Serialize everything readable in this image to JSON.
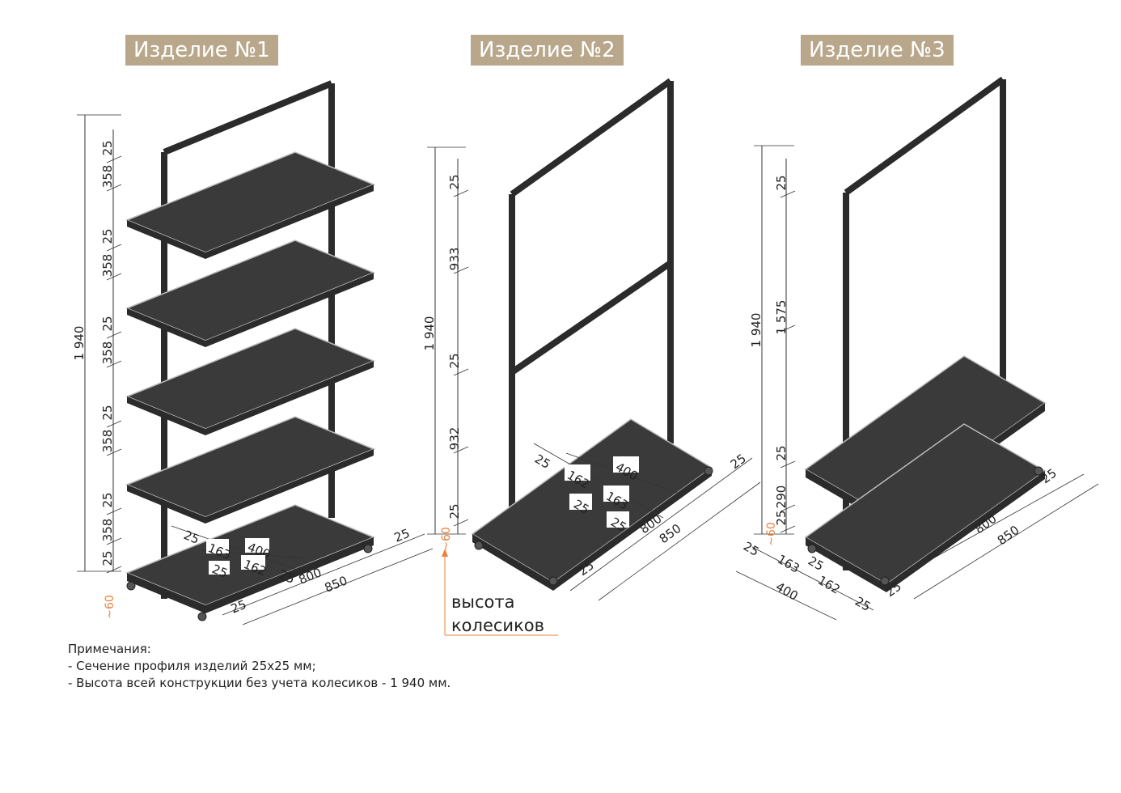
{
  "titles": [
    "Изделие №1",
    "Изделие №2",
    "Изделие №3"
  ],
  "colors": {
    "badge": "#b9a78b",
    "frame": "#2b2b2b",
    "shelf": "#3a3a3a",
    "dimension": "#333333",
    "accent": "#e8823c"
  },
  "product1": {
    "total_height": "1 940",
    "vertical_dims": [
      "25",
      "358",
      "25",
      "358",
      "25",
      "358",
      "25",
      "358",
      "25",
      "358",
      "25"
    ],
    "wheel_height": "~60",
    "shelf_dims": {
      "d25a": "25",
      "d163": "163",
      "d400": "400",
      "d25b": "25",
      "d162": "162",
      "d25c": "25",
      "d800": "800",
      "d850": "850",
      "d25d": "25",
      "d25e": "25"
    }
  },
  "product2": {
    "total_height": "1 940",
    "vertical_dims": [
      "25",
      "933",
      "25",
      "932",
      "25"
    ],
    "wheel_height": "~60",
    "shelf_dims": {
      "d25a": "25",
      "d162": "162",
      "d400": "400",
      "d25b": "25",
      "d163": "163",
      "d25c": "25",
      "d800": "800",
      "d850": "850",
      "d25d": "25",
      "d25e": "25"
    }
  },
  "product3": {
    "total_height": "1 940",
    "vertical_dims": [
      "25",
      "1 575",
      "25",
      "290",
      "25"
    ],
    "wheel_height": "~60",
    "shelf_dims": {
      "d25a": "25",
      "d163": "163",
      "d400": "400",
      "d25b": "25",
      "d162": "162",
      "d25c": "25",
      "d800": "800",
      "d850": "850",
      "d25d": "25",
      "d25e": "25"
    }
  },
  "wheel_label": [
    "высота",
    "колесиков"
  ],
  "notes": [
    "Примечания:",
    "- Сечение профиля изделий 25х25 мм;",
    "- Высота всей конструкции без учета колесиков - 1 940 мм."
  ]
}
